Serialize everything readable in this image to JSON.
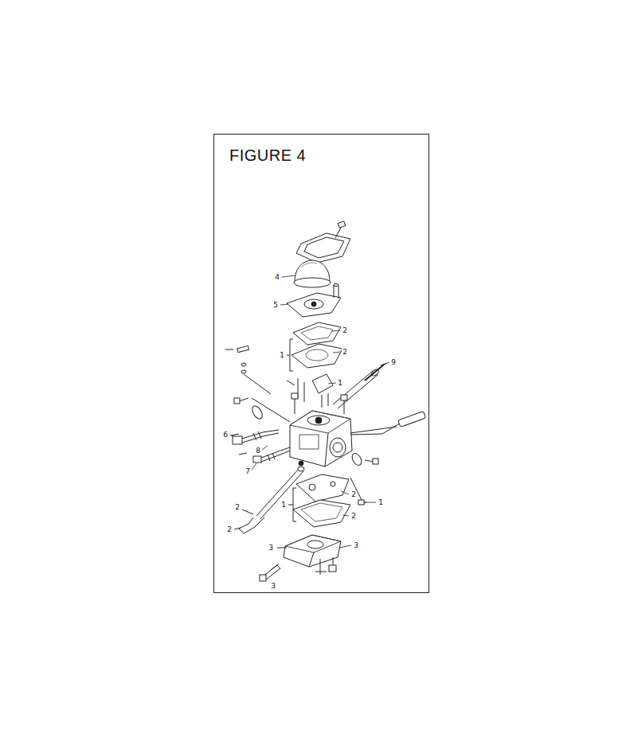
{
  "diagram": {
    "title": "FIGURE 4",
    "labels": [
      "4",
      "5",
      "2",
      "2",
      "1",
      "9",
      "1",
      "6",
      "8",
      "7",
      "2",
      "1",
      "1",
      "2",
      "2",
      "2",
      "3",
      "3",
      "3"
    ]
  }
}
